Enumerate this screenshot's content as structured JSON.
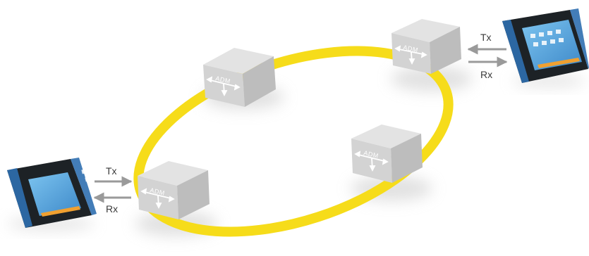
{
  "colors": {
    "ring": "#f6dc1a",
    "node_top": "#e3e3e3",
    "node_left": "#d3d3d3",
    "node_right": "#bdbdbd",
    "arrow": "#9a9a9a",
    "device_body": "#1d2226",
    "device_bumper": "#2f6fb0",
    "device_screen": "#4d9fd8"
  },
  "nodes": [
    {
      "label": "ADM"
    },
    {
      "label": "ADM"
    },
    {
      "label": "ADM"
    },
    {
      "label": "ADM"
    }
  ],
  "links": {
    "left": {
      "tx_label": "Tx",
      "rx_label": "Rx"
    },
    "right": {
      "tx_label": "Tx",
      "rx_label": "Rx"
    }
  }
}
